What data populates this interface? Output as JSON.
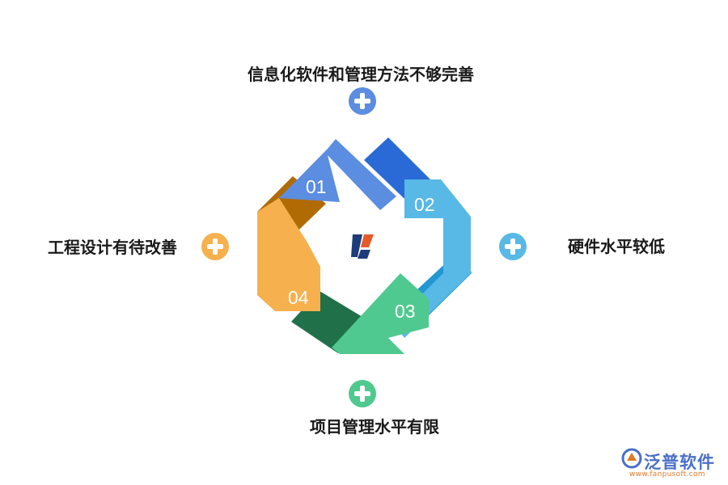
{
  "items": [
    {
      "label": "信息化软件和管理方法不够完善",
      "number": "01",
      "color": "#5b8de0"
    },
    {
      "label": "硬件水平较低",
      "number": "02",
      "color": "#58b8e6"
    },
    {
      "label": "项目管理水平有限",
      "number": "03",
      "color": "#4fc98f"
    },
    {
      "label": "工程设计有待改善",
      "number": "04",
      "color": "#f6b04e"
    }
  ],
  "watermark": {
    "brand": "泛普软件",
    "url": "www.fanpusoft.com"
  },
  "icons": [
    "plus-icon",
    "center-logo-icon",
    "fanpu-logo-icon"
  ]
}
